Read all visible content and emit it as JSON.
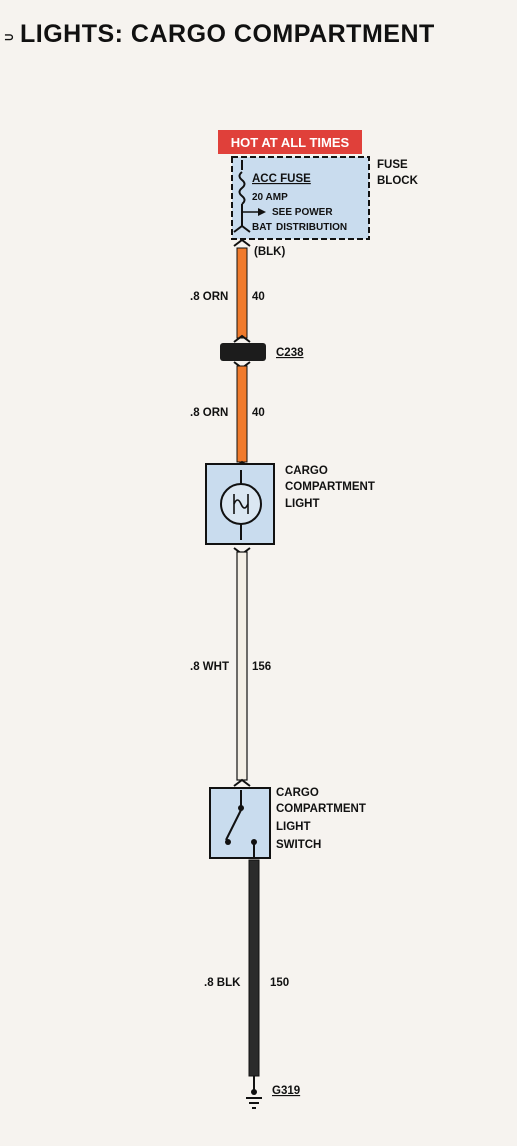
{
  "title": "LIGHTS: CARGO COMPARTMENT",
  "page_marker": "⊃",
  "hot_banner": "HOT AT ALL TIMES",
  "fuse_block": {
    "label_line1": "FUSE",
    "label_line2": "BLOCK",
    "fuse_name": "ACC FUSE",
    "fuse_rating": "20 AMP",
    "see_line1": "SEE POWER",
    "see_line2": "DISTRIBUTION",
    "bat_label": "BAT"
  },
  "wires": {
    "top_connector_label": "(BLK)",
    "w1_size": ".8 ORN",
    "w1_circuit": "40",
    "w2_size": ".8 ORN",
    "w2_circuit": "40",
    "w3_size": ".8 WHT",
    "w3_circuit": "156",
    "w4_size": ".8 BLK",
    "w4_circuit": "150"
  },
  "connector": {
    "label": "C238"
  },
  "lamp": {
    "line1": "CARGO",
    "line2": "COMPARTMENT",
    "line3": "LIGHT"
  },
  "switch": {
    "line1": "CARGO",
    "line2": "COMPARTMENT",
    "line3": "LIGHT",
    "line4": "SWITCH"
  },
  "ground": {
    "label": "G319"
  },
  "colors": {
    "hot_banner": "#e0403a",
    "orange_wire": "#f07a2c",
    "white_wire": "#f4efe6",
    "black_wire": "#2b2b2b",
    "component_fill": "#c9dcee",
    "connector_fill": "#1c1c1c"
  }
}
